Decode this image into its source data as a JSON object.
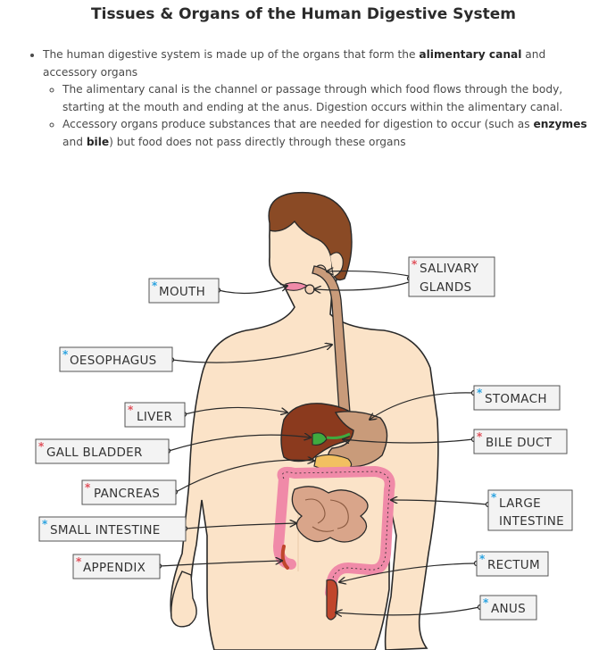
{
  "title": "Tissues & Organs of the Human Digestive System",
  "bullets": {
    "main": {
      "before": "The human digestive system is made up of the organs that form the ",
      "bold": "alimentary canal",
      "after": " and accessory organs"
    },
    "sub1": "The alimentary canal is the channel or passage through which food flows through the body, starting at the mouth and ending at the anus. Digestion occurs within the alimentary canal.",
    "sub2": {
      "before": "Accessory organs produce substances that are needed for digestion to occur (such as ",
      "bold1": "enzymes",
      "mid": " and ",
      "bold2": "bile",
      "after": ") but food does not pass directly through these organs"
    }
  },
  "labels": {
    "mouth": "MOUTH",
    "oesophagus": "OESOPHAGUS",
    "liver": "LIVER",
    "gall_bladder": "GALL  BLADDER",
    "pancreas": "PANCREAS",
    "small_intestine": "SMALL  INTESTINE",
    "appendix": "APPENDIX",
    "salivary_line1": "SALIVARY",
    "salivary_line2": "GLANDS",
    "stomach": "STOMACH",
    "bile_duct": "BILE  DUCT",
    "large_intestine_line1": "LARGE",
    "large_intestine_line2": "INTESTINE",
    "rectum": "RECTUM",
    "anus": "ANUS"
  },
  "asterisk": "*",
  "colors": {
    "skin": "#fbe3c8",
    "hair": "#8a4a25",
    "outline": "#2a2a2a",
    "liver": "#8b3a1e",
    "stomach": "#c99b7a",
    "pancreas": "#f2c061",
    "gall_bladder": "#3faa3f",
    "large_intestine": "#f08aa8",
    "small_intestine": "#d9a58a",
    "rectum": "#c0462c",
    "accessory_asterisk": "#e0505a",
    "canal_asterisk": "#2ba3e0",
    "label_box": "#f3f3f3"
  },
  "icons": [
    "pointer-arrow-icon"
  ]
}
